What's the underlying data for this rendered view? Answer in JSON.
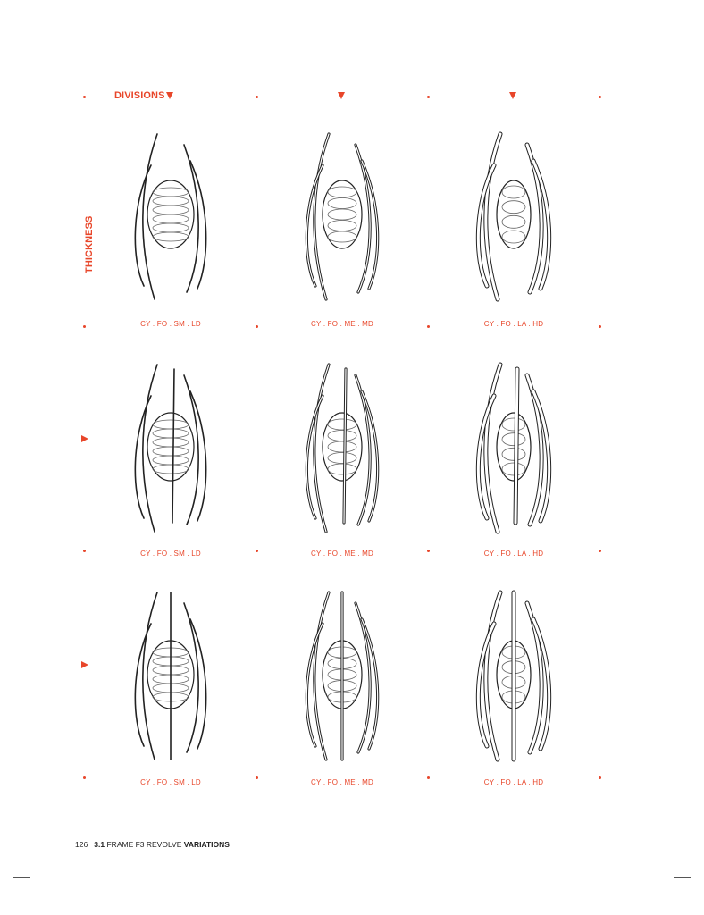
{
  "headings": {
    "divisions": "DIVISIONS",
    "thickness": "THICKNESS"
  },
  "figures": [
    {
      "caption": "CY . FO . SM . LD"
    },
    {
      "caption": "CY . FO . ME . MD"
    },
    {
      "caption": "CY . FO . LA . HD"
    },
    {
      "caption": "CY . FO . SM . LD"
    },
    {
      "caption": "CY . FO . ME . MD"
    },
    {
      "caption": "CY . FO . LA . HD"
    },
    {
      "caption": "CY . FO . SM . LD"
    },
    {
      "caption": "CY . FO . ME . MD"
    },
    {
      "caption": "CY . FO . LA . HD"
    }
  ],
  "footer": {
    "page_number": "126",
    "section_number": "3.1",
    "section_title": "FRAME F3 REVOLVE",
    "section_subtitle": "VARIATIONS"
  },
  "colors": {
    "accent": "#e8462a",
    "line": "#222222"
  }
}
